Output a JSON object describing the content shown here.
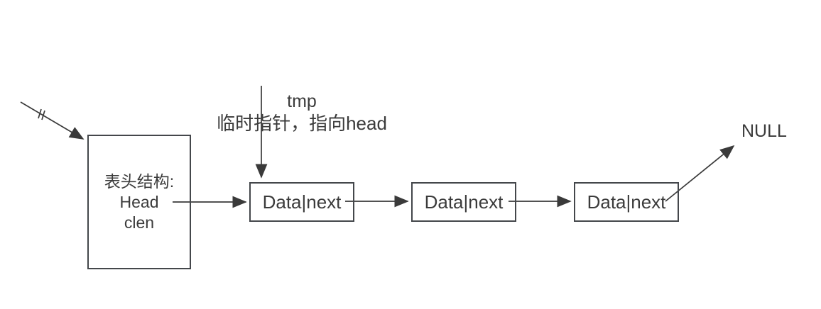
{
  "diagram": {
    "head_box": {
      "line1": "表头结构:",
      "line2": "Head",
      "line3": "clen"
    },
    "nodes": [
      {
        "label": "Data|next"
      },
      {
        "label": "Data|next"
      },
      {
        "label": "Data|next"
      }
    ],
    "tmp_pointer": {
      "name": "tmp",
      "description": "临时指针，指向head"
    },
    "null_label": "NULL",
    "icons": {
      "break_mark": "double-tick-break",
      "arrowhead": "solid-triangle"
    },
    "colors": {
      "background": "#ffffff",
      "line": "#3a3a3a",
      "border": "#44474b",
      "text": "#3b3b3b"
    }
  }
}
